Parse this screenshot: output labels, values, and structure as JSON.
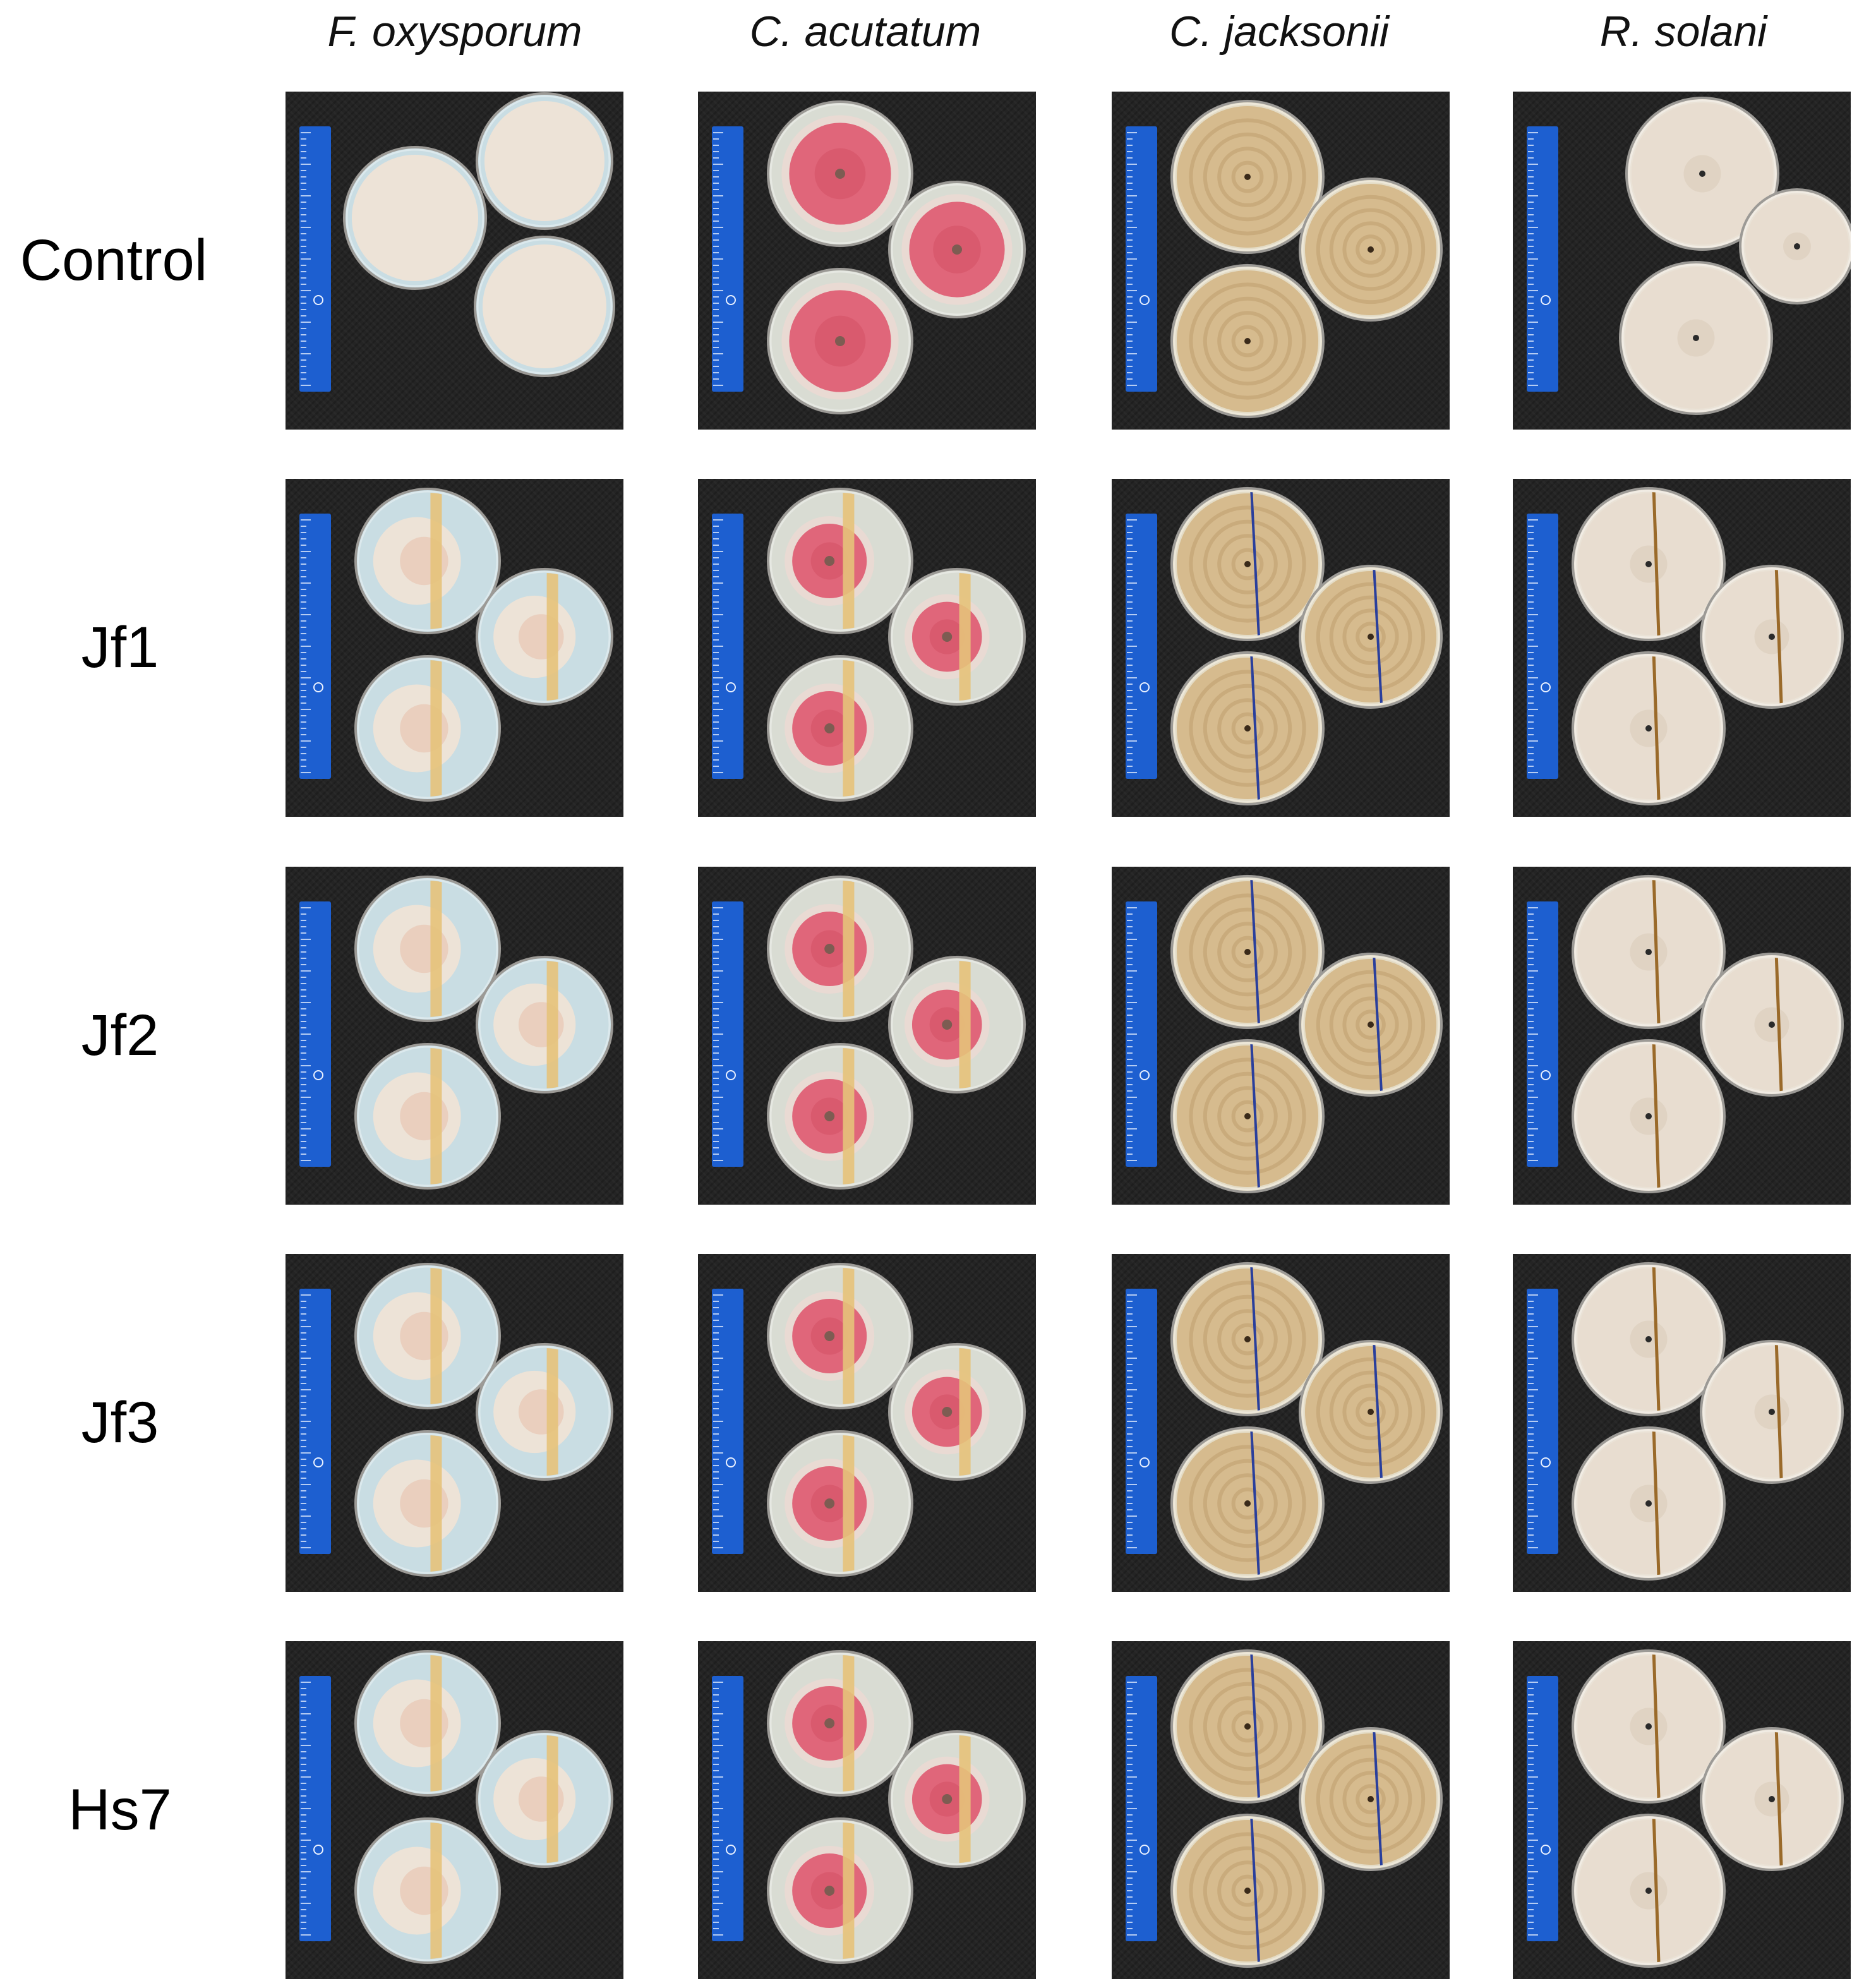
{
  "columns": [
    {
      "label": "F. oxysporum",
      "key": "fox"
    },
    {
      "label": "C. acutatum",
      "key": "cac"
    },
    {
      "label": "C. jacksonii",
      "key": "cja"
    },
    {
      "label": "R. solani",
      "key": "rso"
    }
  ],
  "rows": [
    {
      "label": "Control",
      "streak": false
    },
    {
      "label": "Jf1",
      "streak": true
    },
    {
      "label": "Jf2",
      "streak": true
    },
    {
      "label": "Jf3",
      "streak": true
    },
    {
      "label": "Hs7",
      "streak": true
    }
  ],
  "colors": {
    "background_mat": "#242424",
    "ruler": "#1d5fd0",
    "fox_colony": "#efe3d6",
    "fox_agar": "#c9dde3",
    "cac_colony": "#e0667a",
    "cac_agar": "#d9dcd3",
    "cja_colony": "#d6bb8e",
    "cja_agar": "#e4dcc6",
    "rso_colony": "#e8ddd0",
    "rso_agar": "#eae2d6",
    "streak_yellow": "#e6c27a",
    "streak_blue_line": "#2a3f9c",
    "streak_brown_line": "#9a6a2a"
  }
}
